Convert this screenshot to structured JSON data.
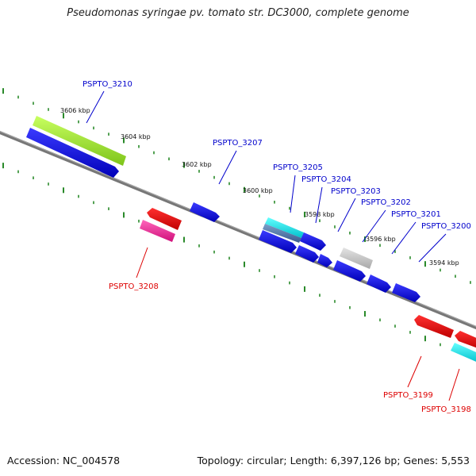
{
  "title": "Pseudomonas syringae pv. tomato str. DC3000, complete genome",
  "footer": {
    "accession": "Accession: NC_004578",
    "summary": "Topology: circular; Length: 6,397,126 bp; Genes: 5,553"
  },
  "colors": {
    "forward_label": "#0000cc",
    "reverse_label": "#dd0000",
    "backbone": "#777777",
    "tick_dots": "#2a8a2a"
  },
  "scale_ticks": [
    "3606 kbp",
    "3604 kbp",
    "3602 kbp",
    "3600 kbp",
    "3598 kbp",
    "3596 kbp",
    "3594 kbp"
  ],
  "forward_genes": [
    {
      "label": "PSPTO_3210",
      "color": "#0000ee"
    },
    {
      "label": "PSPTO_3207",
      "color": "#0000ee"
    },
    {
      "label": "PSPTO_3205",
      "color": "#0000ee"
    },
    {
      "label": "PSPTO_3204",
      "color": "#0000ee"
    },
    {
      "label": "PSPTO_3203",
      "color": "#0000ee"
    },
    {
      "label": "PSPTO_3202",
      "color": "#0000ee"
    },
    {
      "label": "PSPTO_3201",
      "color": "#0000ee"
    },
    {
      "label": "PSPTO_3200",
      "color": "#0000ee"
    }
  ],
  "reverse_genes": [
    {
      "label": "PSPTO_3208",
      "color": "#ee0000"
    },
    {
      "label": "PSPTO_3199",
      "color": "#ee0000"
    },
    {
      "label": "PSPTO_3198",
      "color": "#ee0000"
    }
  ]
}
